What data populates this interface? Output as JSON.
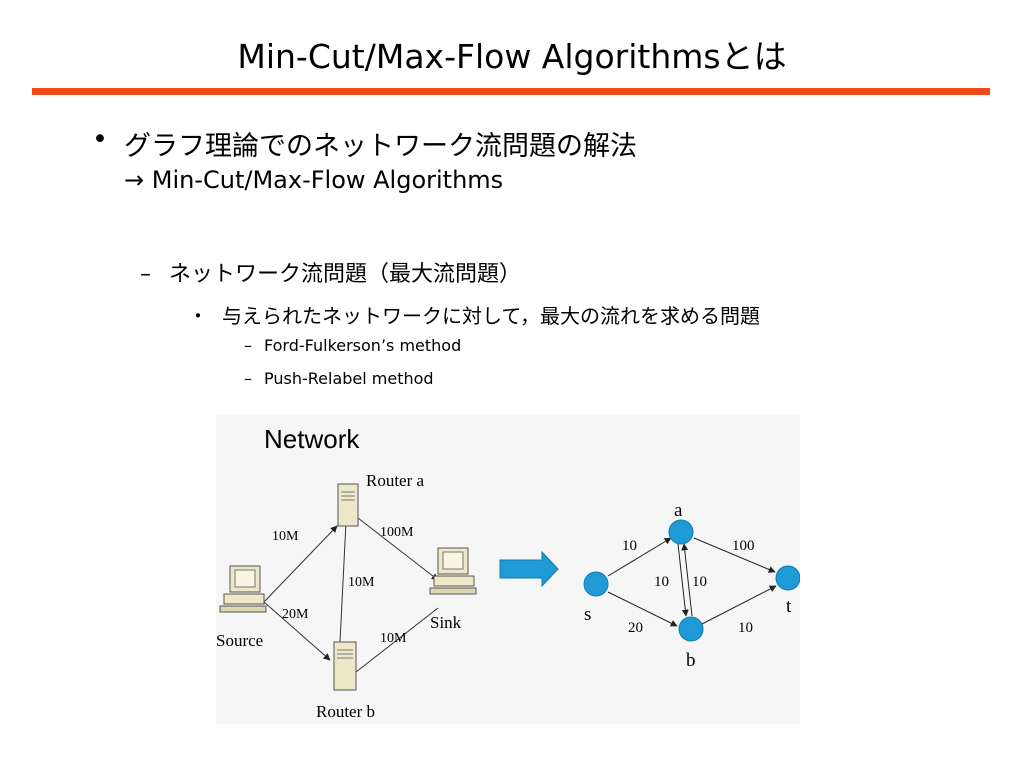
{
  "title": "Min-Cut/Max-Flow Algorithmsとは",
  "bullets": {
    "level1": {
      "marker": "•",
      "text": "グラフ理論でのネットワーク流問題の解法",
      "sub": "→ Min-Cut/Max-Flow Algorithms"
    },
    "level2": {
      "marker": "–",
      "text": "ネットワーク流問題（最大流問題）"
    },
    "level3": {
      "marker": "・",
      "text": "与えられたネットワークに対して，最大の流れを求める問題"
    },
    "level4": [
      {
        "marker": "–",
        "text": "Ford-Fulkerson’s method"
      },
      {
        "marker": "–",
        "text": "Push-Relabel method"
      }
    ]
  },
  "figure": {
    "heading": "Network",
    "nodes": {
      "router_a": "Router a",
      "router_b": "Router b",
      "source": "Source",
      "sink": "Sink"
    },
    "edge_labels": {
      "source_a": "10M",
      "a_sink": "100M",
      "a_b": "10M",
      "source_b": "20M",
      "b_sink": "10M"
    },
    "graph": {
      "nodes": {
        "s": "s",
        "a": "a",
        "b": "b",
        "t": "t"
      },
      "edges": {
        "s_a": "10",
        "a_t": "100",
        "a_b": "10",
        "b_a": "10",
        "s_b": "20",
        "b_t": "10"
      }
    },
    "colors": {
      "node_fill": "#1e9ad6",
      "arrow_fill": "#1e9ad6",
      "rule": "#ee4a1a"
    }
  }
}
